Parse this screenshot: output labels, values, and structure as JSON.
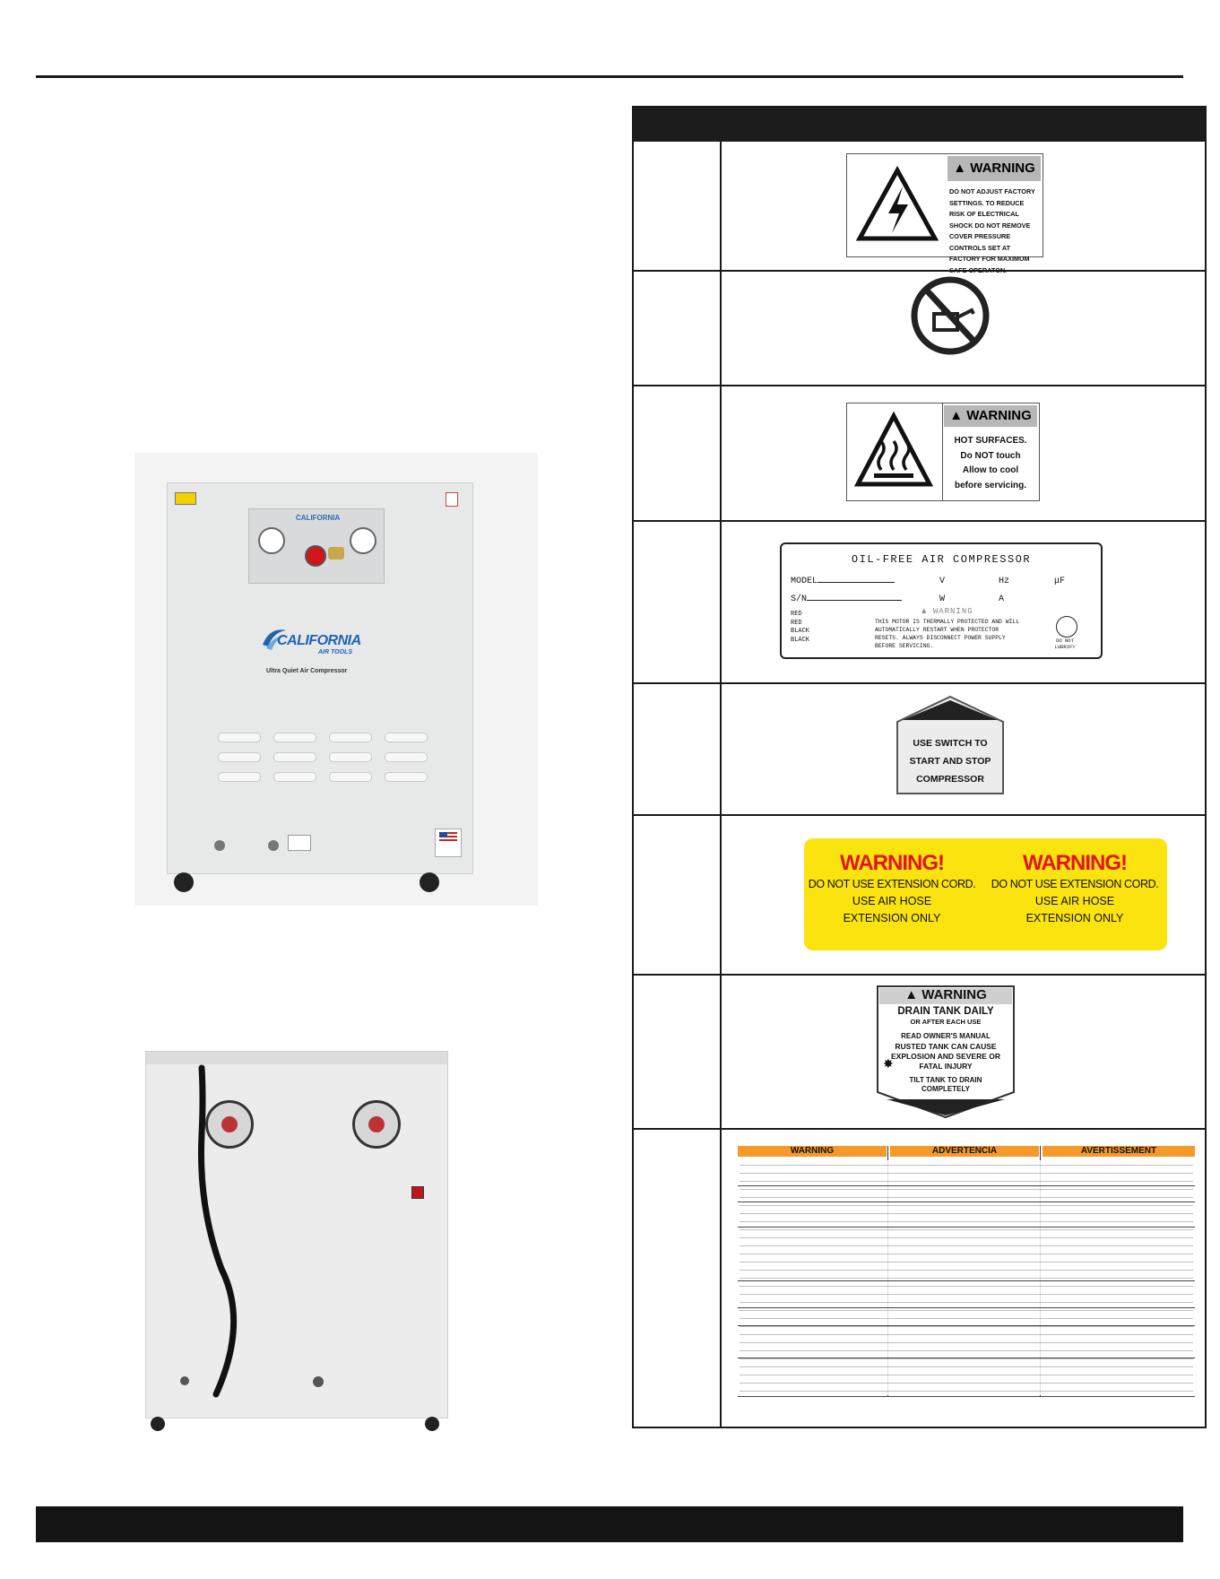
{
  "labels": {
    "electrical_warning": {
      "header": "WARNING",
      "text": "DO NOT ADJUST FACTORY SETTINGS. TO REDUCE RISK OF ELECTRICAL SHOCK DO NOT REMOVE COVER PRESSURE CONTROLS SET AT FACTORY FOR MAXIMUM SAFE OPERATON."
    },
    "hot_surfaces": {
      "header": "WARNING",
      "lines": [
        "HOT SURFACES.",
        "Do NOT touch",
        "Allow to cool",
        "before servicing."
      ]
    },
    "oil_free_plate": {
      "title": "OIL-FREE AIR COMPRESSOR",
      "model": "MODEL",
      "sn": "S/N",
      "units_row1": [
        "V",
        "Hz",
        "μF"
      ],
      "units_row2": [
        "W",
        "A"
      ],
      "wires": [
        "RED",
        "RED",
        "BLACK",
        "BLACK"
      ],
      "warning": "WARNING",
      "protector": "THIS MOTOR IS THERMALLY PROTECTED AND WILL AUTOMATICALLY RESTART WHEN PROTECTOR RESETS. ALWAYS DISCONNECT POWER SUPPLY BEFORE SERVICING.",
      "do_not": "DO NOT",
      "lubrify": "LUBRIFY"
    },
    "switch": {
      "lines": [
        "USE SWITCH TO",
        "START AND STOP",
        "COMPRESSOR"
      ]
    },
    "extension": {
      "warning": "WARNING!",
      "lines": [
        "DO NOT USE EXTENSION CORD.",
        "USE AIR HOSE",
        "EXTENSION ONLY"
      ]
    },
    "drain": {
      "header": "WARNING",
      "lines": [
        "DRAIN TANK DAILY",
        "OR AFTER EACH USE",
        "READ OWNER'S MANUAL",
        "RUSTED TANK CAN CAUSE",
        "EXPLOSION AND SEVERE OR",
        "FATAL INJURY",
        "TILT TANK TO DRAIN",
        "COMPLETELY"
      ]
    },
    "multilang": {
      "headers": [
        "WARNING",
        "ADVERTENCIA",
        "AVERTISSEMENT"
      ]
    }
  },
  "photo_front": {
    "brand": "CALIFORNIA",
    "brand_sub": "AIR TOOLS",
    "tagline": "Ultra Quiet Air Compressor"
  },
  "colors": {
    "ink": "#1a1a1a",
    "warning_gray": "#b7b7b7",
    "label_yellow": "#fbe30f",
    "warning_red": "#e3141b",
    "multilang_orange": "#f39a2a"
  }
}
